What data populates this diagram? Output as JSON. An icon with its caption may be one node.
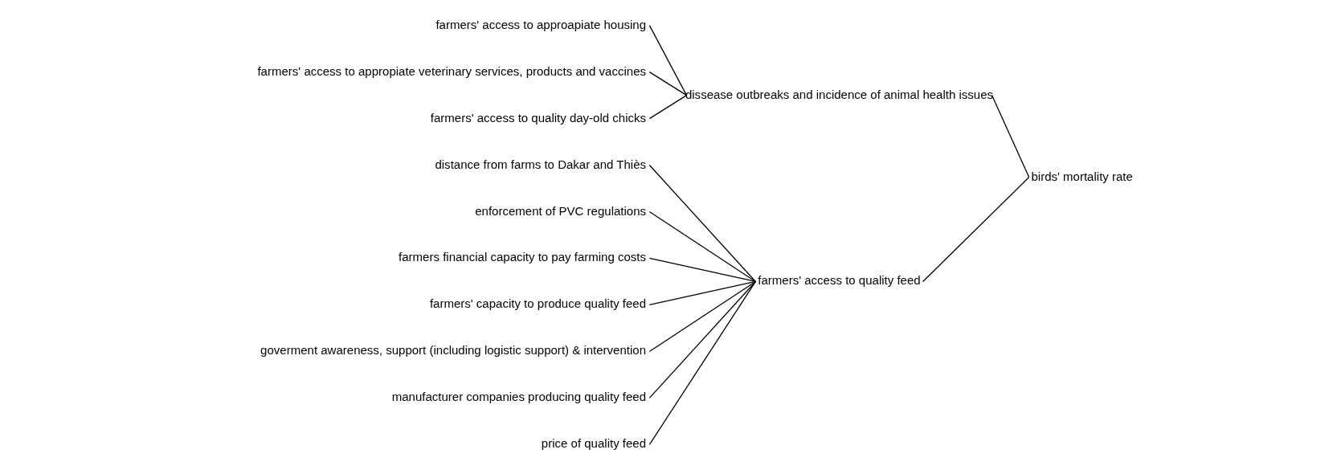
{
  "diagram": {
    "nodes": [
      {
        "text": [
          "farmers' access to approapiate housing"
        ]
      },
      {
        "text": [
          "farmers' access to appropiate veterinary services, products and vaccines"
        ]
      },
      {
        "text": [
          "farmers' access to quality day-old chicks"
        ]
      },
      {
        "text": [
          "dissease outbreaks and incidence of animal health issues"
        ]
      },
      {
        "text": [
          "distance from farms to Dakar and Thiès"
        ]
      },
      {
        "text": [
          "enforcement of PVC regulations"
        ]
      },
      {
        "text": [
          "farmers financial capacity to pay farming costs"
        ]
      },
      {
        "text": [
          "farmers' capacity to produce quality feed"
        ]
      },
      {
        "text": [
          "goverment awareness, support (including logistic support) & intervention"
        ]
      },
      {
        "text": [
          "manufacturer companies producing quality feed"
        ]
      },
      {
        "text": [
          "price of quality feed"
        ]
      },
      {
        "text": [
          "farmers' access to quality feed"
        ]
      },
      {
        "text": [
          "birds' mortality rate"
        ]
      }
    ],
    "edges": [
      {
        "from": 0,
        "to": 3,
        "arrow": "none"
      },
      {
        "from": 1,
        "to": 3,
        "arrow": "none"
      },
      {
        "from": 2,
        "to": 3,
        "arrow": "none"
      },
      {
        "from": 4,
        "to": 11,
        "arrow": "none"
      },
      {
        "from": 5,
        "to": 11,
        "arrow": "none"
      },
      {
        "from": 6,
        "to": 11,
        "arrow": "none"
      },
      {
        "from": 7,
        "to": 11,
        "arrow": "none"
      },
      {
        "from": 8,
        "to": 11,
        "arrow": "none"
      },
      {
        "from": 9,
        "to": 11,
        "arrow": "none"
      },
      {
        "from": 10,
        "to": 11,
        "arrow": "none"
      },
      {
        "from": 3,
        "to": 12,
        "arrow": "none"
      },
      {
        "from": 11,
        "to": 12,
        "arrow": "none"
      }
    ]
  }
}
